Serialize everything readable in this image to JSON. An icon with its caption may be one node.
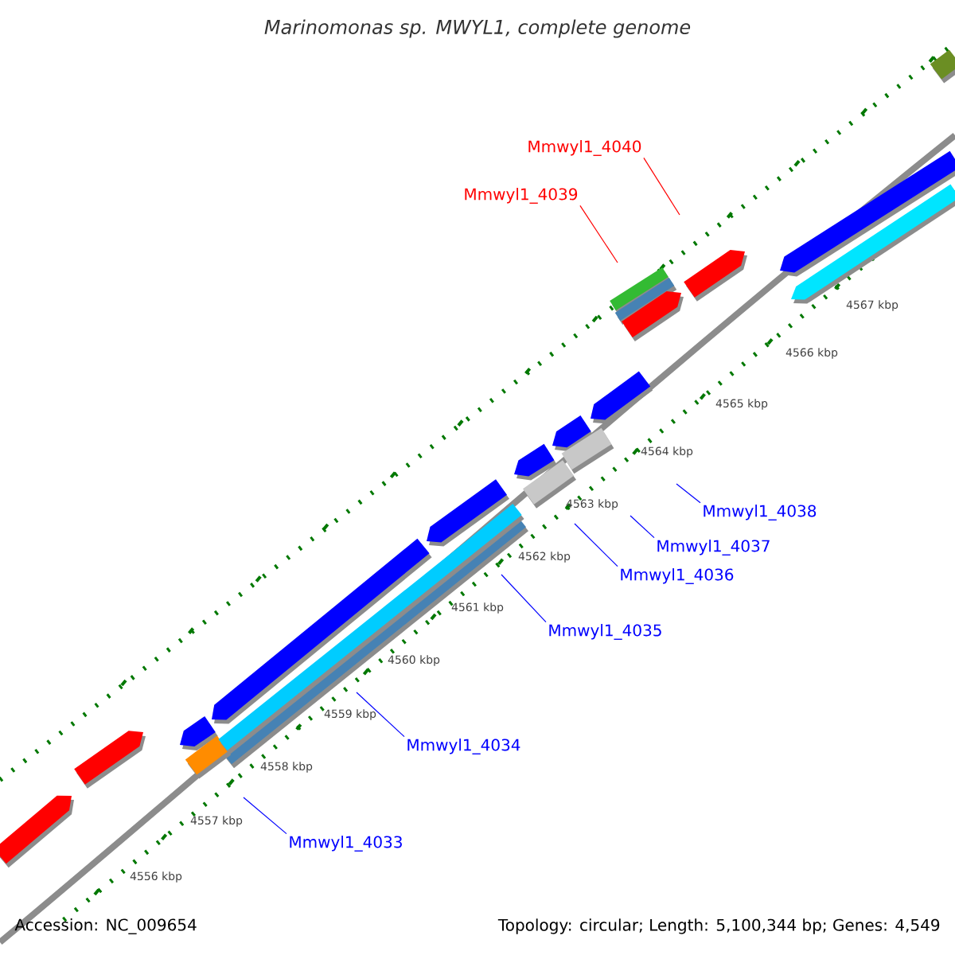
{
  "diagram": {
    "title": "Marinomonas sp. MWYL1, complete genome",
    "nodes": [
      {
        "text": [
          "Mmwyl1_4040"
        ]
      },
      {
        "text": [
          "Mmwyl1_4039"
        ]
      },
      {
        "text": [
          "Mmwyl1_4038"
        ]
      },
      {
        "text": [
          "Mmwyl1_4037"
        ]
      },
      {
        "text": [
          "Mmwyl1_4036"
        ]
      },
      {
        "text": [
          "Mmwyl1_4035"
        ]
      },
      {
        "text": [
          "Mmwyl1_4034"
        ]
      },
      {
        "text": [
          "Mmwyl1_4033"
        ]
      }
    ],
    "edges": [
      {
        "from": 0,
        "to": null,
        "arrow": "none",
        "color": "#ff0000"
      },
      {
        "from": 1,
        "to": null,
        "arrow": "none",
        "color": "#ff0000"
      },
      {
        "from": 2,
        "to": null,
        "arrow": "none"
      },
      {
        "from": 3,
        "to": null,
        "arrow": "none"
      },
      {
        "from": 4,
        "to": null,
        "arrow": "none"
      },
      {
        "from": 5,
        "to": null,
        "arrow": "none"
      },
      {
        "from": 6,
        "to": null,
        "arrow": "none"
      },
      {
        "from": 7,
        "to": null,
        "arrow": "none"
      }
    ],
    "labels": [
      "4567 kbp",
      "4566 kbp",
      "4565 kbp",
      "4564 kbp",
      "4563 kbp",
      "4562 kbp",
      "4561 kbp",
      "4560 kbp",
      "4559 kbp",
      "4558 kbp",
      "4557 kbp",
      "4556 kbp",
      "Accession: NC_009654",
      "Topology: circular; Length: 5,100,344 bp; Genes: 4,549"
    ]
  }
}
